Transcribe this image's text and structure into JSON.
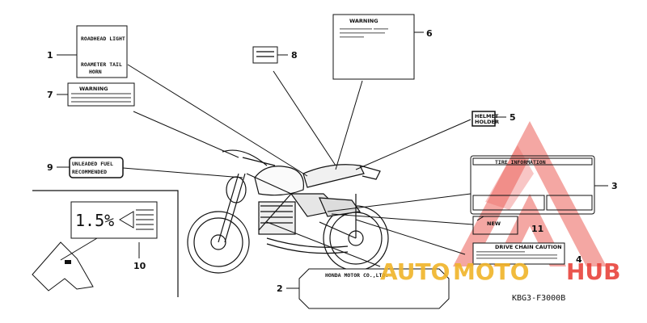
{
  "diagram_code": "KBG3-F3000B",
  "watermark": {
    "part1": "AUTO",
    "part2": "MOTO",
    "part3": "HUB",
    "color_accent": "#e8433b",
    "color_gold": "#f0b429"
  },
  "callouts": [
    "1",
    "2",
    "3",
    "4",
    "5",
    "6",
    "7",
    "8",
    "9",
    "10",
    "11"
  ],
  "labels": {
    "label_1": {
      "line1": "ROADHEAD LIGHT",
      "line2": "ROAMETER TAIL",
      "line3": "HORN"
    },
    "label_2": {
      "text": "HONDA MOTOR CO.,LTD."
    },
    "label_3": {
      "title": "TIRE INFORMATION"
    },
    "label_4": {
      "title": "DRIVE CHAIN CAUTION"
    },
    "label_5": {
      "line1": "HELMET",
      "line2": "HOLDER"
    },
    "label_6": {
      "title": "WARNING"
    },
    "label_7": {
      "title": "WARNING"
    },
    "label_9": {
      "line1": "UNLEADED FUEL",
      "line2": "RECOMMENDED"
    },
    "label_10": {
      "text": "1.5%"
    },
    "label_11": {
      "text": "NEW"
    }
  }
}
